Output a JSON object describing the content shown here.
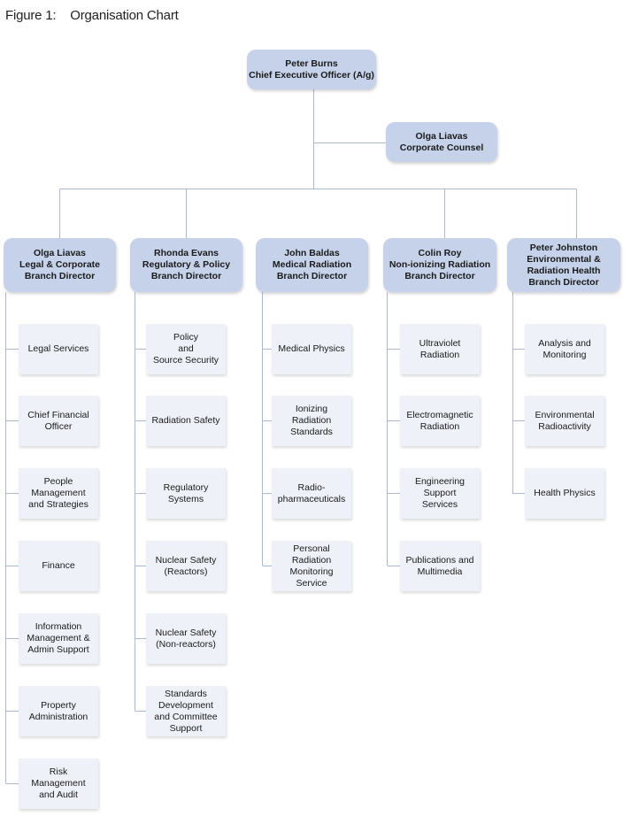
{
  "figure": {
    "label": "Figure 1:",
    "title": "Organisation Chart"
  },
  "ceo": {
    "name": "Peter Burns",
    "role": "Chief Executive Officer (A/g)"
  },
  "counsel": {
    "name": "Olga Liavas",
    "role": "Corporate Counsel"
  },
  "branches": [
    {
      "name": "Olga Liavas",
      "role": "Legal & Corporate\nBranch Director",
      "units": [
        "Legal Services",
        "Chief Financial\nOfficer",
        "People\nManagement\nand Strategies",
        "Finance",
        "Information\nManagement &\nAdmin Support",
        "Property\nAdministration",
        "Risk\nManagement\nand Audit"
      ]
    },
    {
      "name": "Rhonda Evans",
      "role": "Regulatory & Policy\nBranch Director",
      "units": [
        "Policy\nand\nSource Security",
        "Radiation Safety",
        "Regulatory\nSystems",
        "Nuclear Safety\n(Reactors)",
        "Nuclear Safety\n(Non-reactors)",
        "Standards\nDevelopment\nand Committee\nSupport"
      ]
    },
    {
      "name": "John Baldas",
      "role": "Medical Radiation\nBranch Director",
      "units": [
        "Medical Physics",
        "Ionizing\nRadiation\nStandards",
        "Radio-\npharmaceuticals",
        "Personal\nRadiation\nMonitoring\nService"
      ]
    },
    {
      "name": "Colin Roy",
      "role": "Non-ionizing Radiation\nBranch Director",
      "units": [
        "Ultraviolet\nRadiation",
        "Electromagnetic\nRadiation",
        "Engineering\nSupport\nServices",
        "Publications and\nMultimedia"
      ]
    },
    {
      "name": "Peter Johnston",
      "role": "Environmental &\nRadiation Health\nBranch Director",
      "units": [
        "Analysis and\nMonitoring",
        "Environmental\nRadioactivity",
        "Health Physics"
      ]
    }
  ]
}
